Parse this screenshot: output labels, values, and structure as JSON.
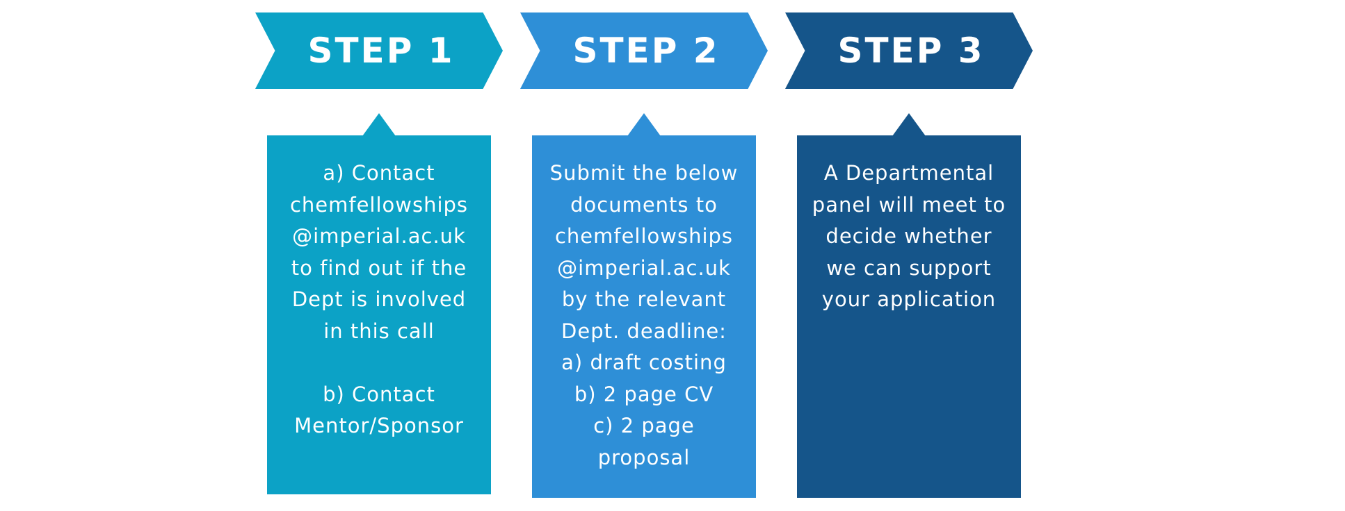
{
  "colors": {
    "step1": "#0ca2c6",
    "step2": "#2e8fd7",
    "step3": "#15558a",
    "background": "#ffffff",
    "text": "#ffffff"
  },
  "steps": [
    {
      "label": "STEP 1",
      "text": "a) Contact\nchemfellowships\n@imperial.ac.uk\nto find out if the\nDept is involved\nin this call\n\nb) Contact\nMentor/Sponsor"
    },
    {
      "label": "STEP 2",
      "text": "Submit the below\ndocuments to\nchemfellowships\n@imperial.ac.uk\nby the relevant\nDept. deadline:\na) draft costing\nb) 2 page CV\nc) 2 page\nproposal"
    },
    {
      "label": "STEP 3",
      "text": "A Departmental\npanel will meet to\ndecide whether\nwe can support\nyour application"
    }
  ]
}
